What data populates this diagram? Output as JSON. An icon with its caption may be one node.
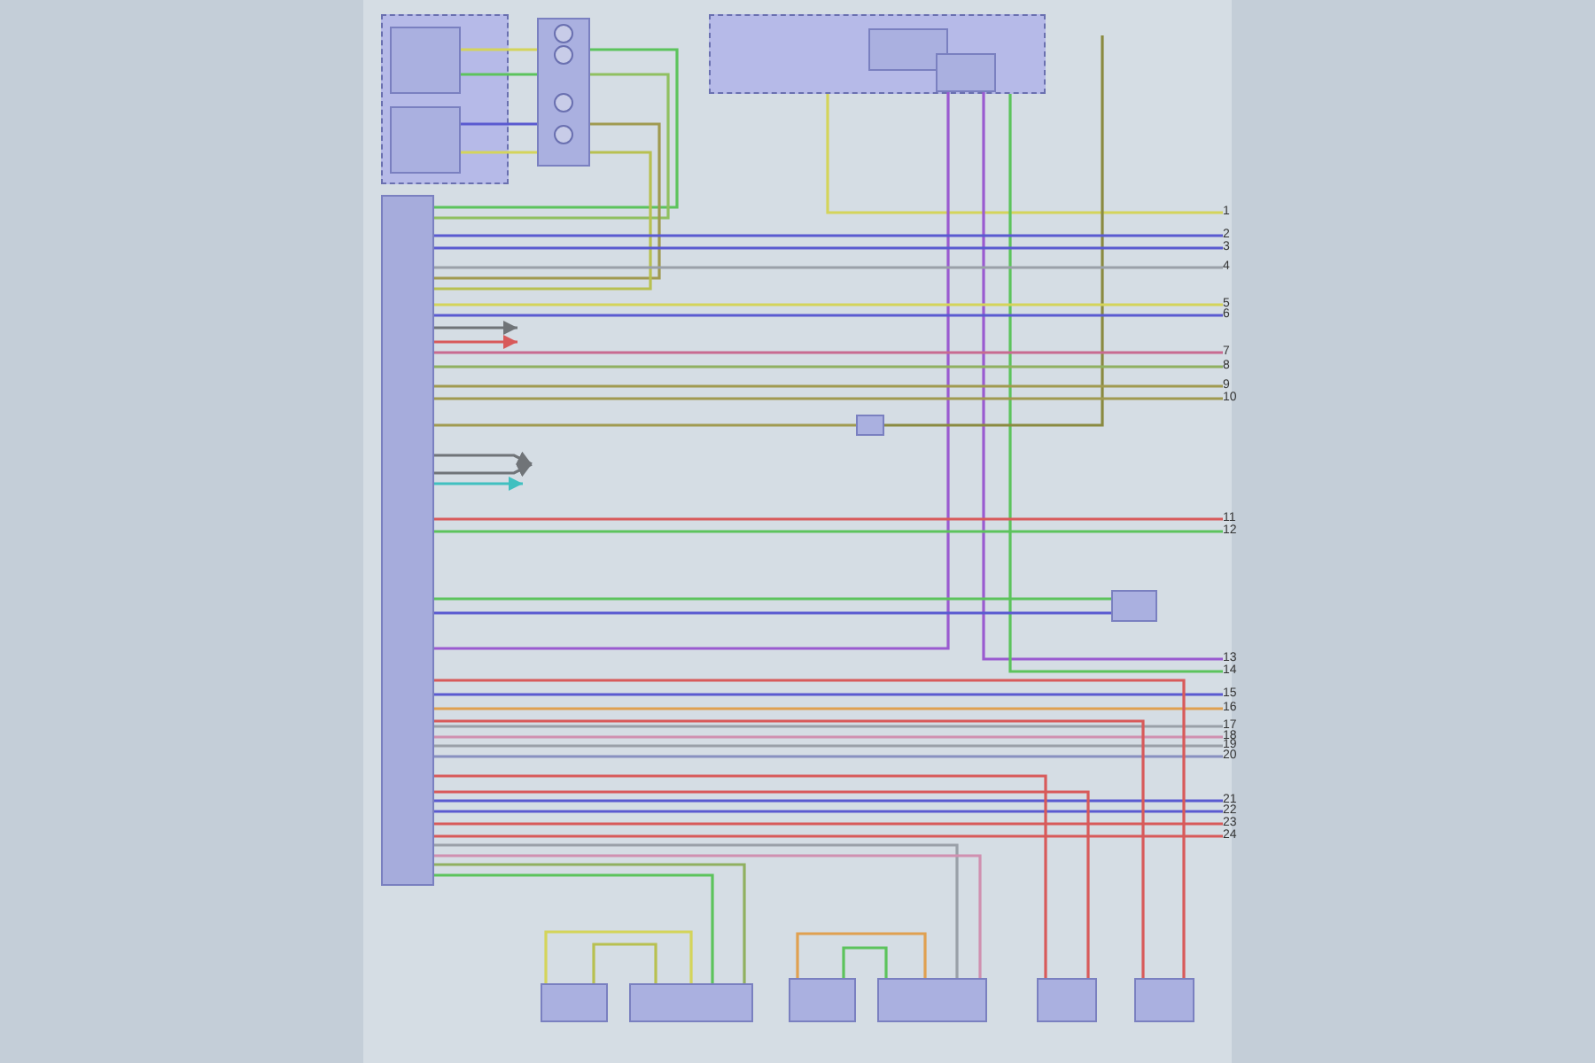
{
  "diagram": {
    "nodes": [
      {
        "text": [],
        "shape": "box"
      },
      {
        "text": [],
        "shape": "box",
        "in": 0
      },
      {
        "text": [],
        "shape": "box",
        "in": 0
      },
      {
        "text": [],
        "shape": "box"
      },
      {
        "text": [],
        "shape": "box"
      },
      {
        "text": [],
        "shape": "box",
        "in": 4
      },
      {
        "text": [],
        "shape": "box",
        "in": 4
      },
      {
        "text": [],
        "shape": "bar"
      },
      {
        "text": [],
        "shape": "box"
      },
      {
        "text": [],
        "shape": "box"
      },
      {
        "text": [],
        "shape": "box"
      },
      {
        "text": [],
        "shape": "box"
      },
      {
        "text": [],
        "shape": "box"
      },
      {
        "text": [],
        "shape": "box"
      },
      {
        "text": [],
        "shape": "box"
      },
      {
        "text": [],
        "shape": "box"
      },
      {
        "text": [
          "1"
        ]
      },
      {
        "text": [
          "2"
        ]
      },
      {
        "text": [
          "3"
        ]
      },
      {
        "text": [
          "4"
        ]
      },
      {
        "text": [
          "5"
        ]
      },
      {
        "text": [
          "6"
        ]
      },
      {
        "text": [
          "7"
        ]
      },
      {
        "text": [
          "8"
        ]
      },
      {
        "text": [
          "9"
        ]
      },
      {
        "text": [
          "10"
        ]
      },
      {
        "text": [
          "11"
        ]
      },
      {
        "text": [
          "12"
        ]
      },
      {
        "text": [
          "13"
        ]
      },
      {
        "text": [
          "14"
        ]
      },
      {
        "text": [
          "15"
        ]
      },
      {
        "text": [
          "16"
        ]
      },
      {
        "text": [
          "17"
        ]
      },
      {
        "text": [
          "18"
        ]
      },
      {
        "text": [
          "19"
        ]
      },
      {
        "text": [
          "20"
        ]
      },
      {
        "text": [
          "21"
        ]
      },
      {
        "text": [
          "22"
        ]
      },
      {
        "text": [
          "23"
        ]
      },
      {
        "text": [
          "24"
        ]
      }
    ],
    "edges": [
      {
        "from": 1,
        "to": 3,
        "arrow": "none",
        "color": "#d4d45a"
      },
      {
        "from": 1,
        "to": 3,
        "arrow": "none",
        "color": "#5cc35c"
      },
      {
        "from": 2,
        "to": 3,
        "arrow": "none",
        "color": "#5a5ad0"
      },
      {
        "from": 2,
        "to": 3,
        "arrow": "none",
        "color": "#d4d45a"
      },
      {
        "from": 3,
        "to": 7,
        "arrow": "none",
        "color": "#5cc35c"
      },
      {
        "from": 3,
        "to": 7,
        "arrow": "none",
        "color": "#90c060"
      },
      {
        "from": 3,
        "to": 7,
        "arrow": "none",
        "color": "#a09a50"
      },
      {
        "from": 3,
        "to": 7,
        "arrow": "none",
        "color": "#b8c050"
      },
      {
        "from": 4,
        "to": 16,
        "arrow": "none",
        "color": "#d4d45a"
      },
      {
        "from": 6,
        "to": 7,
        "arrow": "none",
        "color": "#9a5ad0"
      },
      {
        "from": 6,
        "to": 28,
        "arrow": "none",
        "color": "#9a5ad0"
      },
      {
        "from": 4,
        "to": 29,
        "arrow": "none",
        "color": "#5cc35c"
      },
      {
        "from": null,
        "to": 8,
        "arrow": "none",
        "color": "#8a8a40"
      },
      {
        "from": 7,
        "to": 17,
        "arrow": "none",
        "color": "#5a5ad0"
      },
      {
        "from": 7,
        "to": 18,
        "arrow": "none",
        "color": "#5a5ad0"
      },
      {
        "from": 7,
        "to": 19,
        "arrow": "none",
        "color": "#9aa0a8"
      },
      {
        "from": 7,
        "to": 20,
        "arrow": "none",
        "color": "#d4d45a"
      },
      {
        "from": 7,
        "to": 21,
        "arrow": "none",
        "color": "#5a5ad0"
      },
      {
        "from": 7,
        "to": 22,
        "arrow": "none",
        "color": "#c86a90"
      },
      {
        "from": 7,
        "to": 23,
        "arrow": "none",
        "color": "#90b060"
      },
      {
        "from": 7,
        "to": 24,
        "arrow": "none",
        "color": "#a09a50"
      },
      {
        "from": 7,
        "to": 25,
        "arrow": "none",
        "color": "#a09a50"
      },
      {
        "from": 7,
        "to": 26,
        "arrow": "none",
        "color": "#d85a5a"
      },
      {
        "from": 7,
        "to": 27,
        "arrow": "none",
        "color": "#5cc35c"
      },
      {
        "from": 7,
        "to": 30,
        "arrow": "none",
        "color": "#5a5ad0"
      },
      {
        "from": 7,
        "to": 31,
        "arrow": "none",
        "color": "#e0a050"
      },
      {
        "from": 7,
        "to": 32,
        "arrow": "none",
        "color": "#9aa0a8"
      },
      {
        "from": 7,
        "to": 33,
        "arrow": "none",
        "color": "#d090b0"
      },
      {
        "from": 7,
        "to": 34,
        "arrow": "none",
        "color": "#9aa0a8"
      },
      {
        "from": 7,
        "to": 35,
        "arrow": "none",
        "color": "#8890c0"
      },
      {
        "from": 7,
        "to": 36,
        "arrow": "none",
        "color": "#5a5ad0"
      },
      {
        "from": 7,
        "to": 37,
        "arrow": "none",
        "color": "#5a5ad0"
      },
      {
        "from": 7,
        "to": 38,
        "arrow": "none",
        "color": "#d85a5a"
      },
      {
        "from": 7,
        "to": 39,
        "arrow": "none",
        "color": "#d85a5a"
      },
      {
        "from": 7,
        "to": 8,
        "arrow": "none",
        "color": "#a09a50"
      },
      {
        "from": 7,
        "to": 9,
        "arrow": "none",
        "color": "#5cc35c"
      },
      {
        "from": 7,
        "to": 9,
        "arrow": "none",
        "color": "#5a5ad0"
      },
      {
        "from": 7,
        "to": null,
        "arrow": "to",
        "color": "#707478"
      },
      {
        "from": 7,
        "to": null,
        "arrow": "to",
        "color": "#d85a5a"
      },
      {
        "from": 7,
        "to": null,
        "arrow": "to",
        "color": "#707478"
      },
      {
        "from": 7,
        "to": null,
        "arrow": "to",
        "color": "#707478"
      },
      {
        "from": 7,
        "to": null,
        "arrow": "to",
        "color": "#40c0c0"
      },
      {
        "from": 10,
        "to": 11,
        "arrow": "none",
        "color": "#d4d45a"
      },
      {
        "from": 10,
        "to": 11,
        "arrow": "none",
        "color": "#b8c050"
      },
      {
        "from": 7,
        "to": 11,
        "arrow": "none",
        "color": "#90b060"
      },
      {
        "from": 7,
        "to": 11,
        "arrow": "none",
        "color": "#5cc35c"
      },
      {
        "from": 12,
        "to": 13,
        "arrow": "none",
        "color": "#e0a050"
      },
      {
        "from": 12,
        "to": 13,
        "arrow": "none",
        "color": "#5cc35c"
      },
      {
        "from": 7,
        "to": 13,
        "arrow": "none",
        "color": "#9aa0a8"
      },
      {
        "from": 7,
        "to": 13,
        "arrow": "none",
        "color": "#d090b0"
      },
      {
        "from": 7,
        "to": 14,
        "arrow": "none",
        "color": "#d85a5a"
      },
      {
        "from": 7,
        "to": 14,
        "arrow": "none",
        "color": "#d85a5a"
      },
      {
        "from": 7,
        "to": 15,
        "arrow": "none",
        "color": "#d85a5a"
      },
      {
        "from": 7,
        "to": 15,
        "arrow": "none",
        "color": "#d85a5a"
      }
    ]
  }
}
